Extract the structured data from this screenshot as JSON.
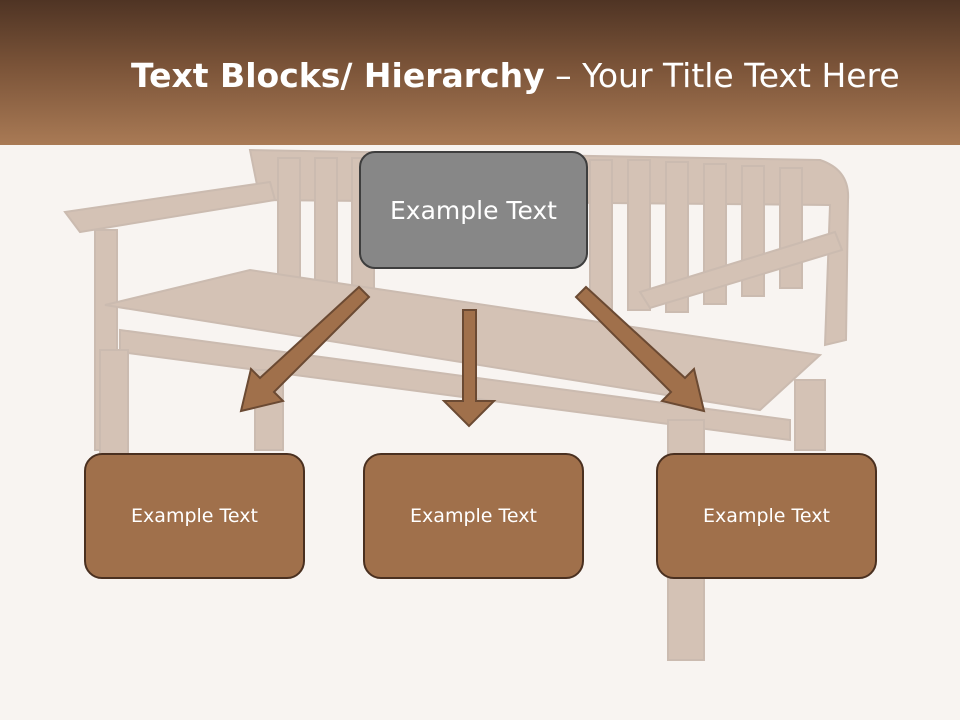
{
  "title": {
    "bold": "Text Blocks/ Hierarchy",
    "rest": " – Your Title Text Here"
  },
  "top_box": {
    "label": "Example Text"
  },
  "children": [
    {
      "label": "Example Text"
    },
    {
      "label": "Example Text"
    },
    {
      "label": "Example Text"
    }
  ],
  "colors": {
    "header_dark": "#4f3424",
    "header_light": "#a97a55",
    "background": "#f8f4f1",
    "top_box_fill": "#878787",
    "child_box_fill": "#a0704b",
    "arrow_fill": "#a0704b",
    "arrow_stroke": "#6b4a33"
  }
}
